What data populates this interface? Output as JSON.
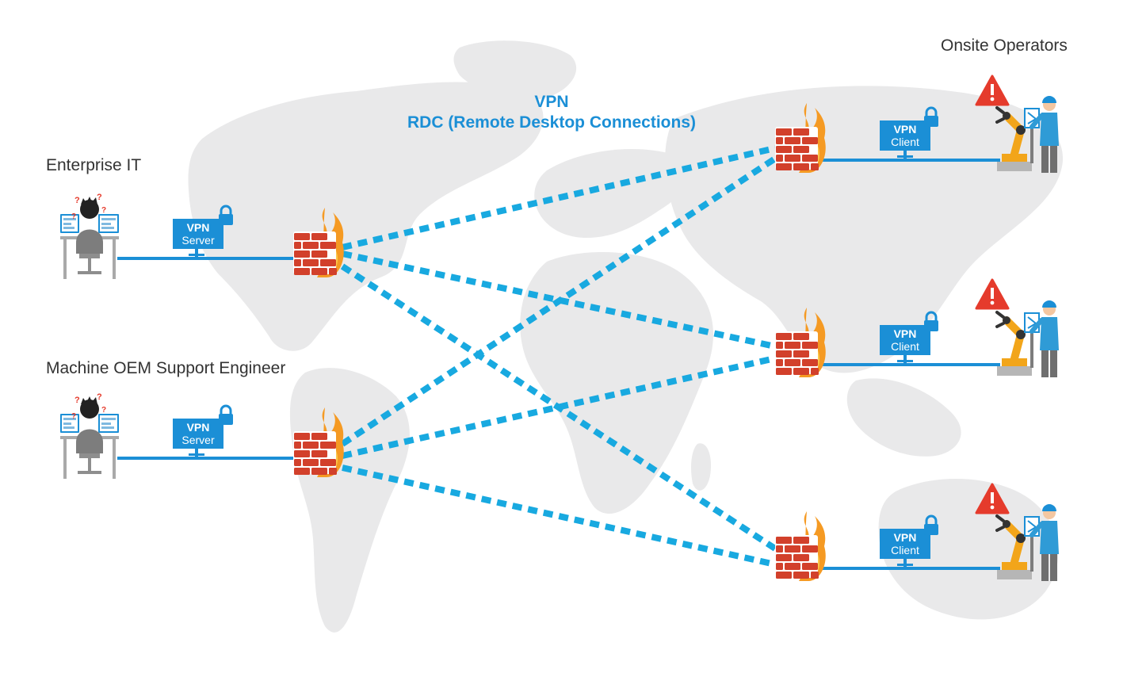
{
  "colors": {
    "accent": "#1b8fd6",
    "link": "#18a9e0",
    "map": "#e9e9ea",
    "firewall": "#d2402b",
    "flame": "#f59a23",
    "warning": "#e53b2c",
    "worker": "#2f9bd6",
    "robot": "#f2a51a"
  },
  "header": {
    "line1": "VPN",
    "line2": "RDC (Remote Desktop Connections)"
  },
  "left": {
    "enterprise_label": "Enterprise IT",
    "oem_label": "Machine OEM Support Engineer"
  },
  "right": {
    "operators_label": "Onsite Operators"
  },
  "vpn_server": {
    "line1": "VPN",
    "line2": "Server"
  },
  "vpn_client": {
    "line1": "VPN",
    "line2": "Client"
  },
  "icons": {
    "engineer": "confused-engineer-icon",
    "lock": "padlock-icon",
    "firewall": "firewall-icon",
    "warning": "warning-triangle-icon",
    "operator": "operator-with-robot-icon"
  }
}
